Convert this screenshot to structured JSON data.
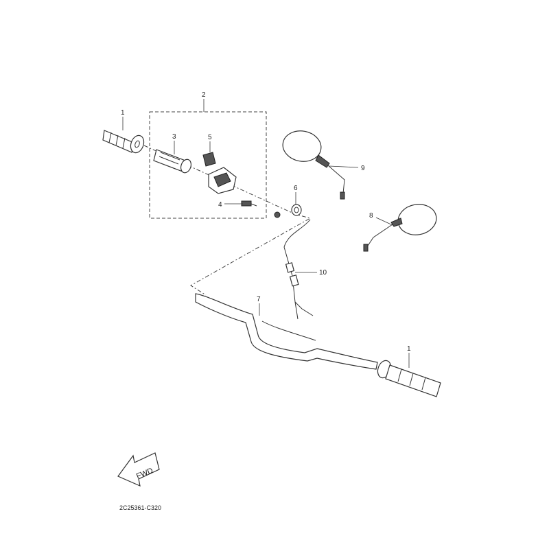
{
  "callouts": {
    "c1a": "1",
    "c2": "2",
    "c3": "3",
    "c4": "4",
    "c5": "5",
    "c6": "6",
    "c7": "7",
    "c8": "8",
    "c9": "9",
    "c10": "10",
    "c1b": "1"
  },
  "fwd_label": "FWD",
  "diagram_code": "2C25361-C320"
}
